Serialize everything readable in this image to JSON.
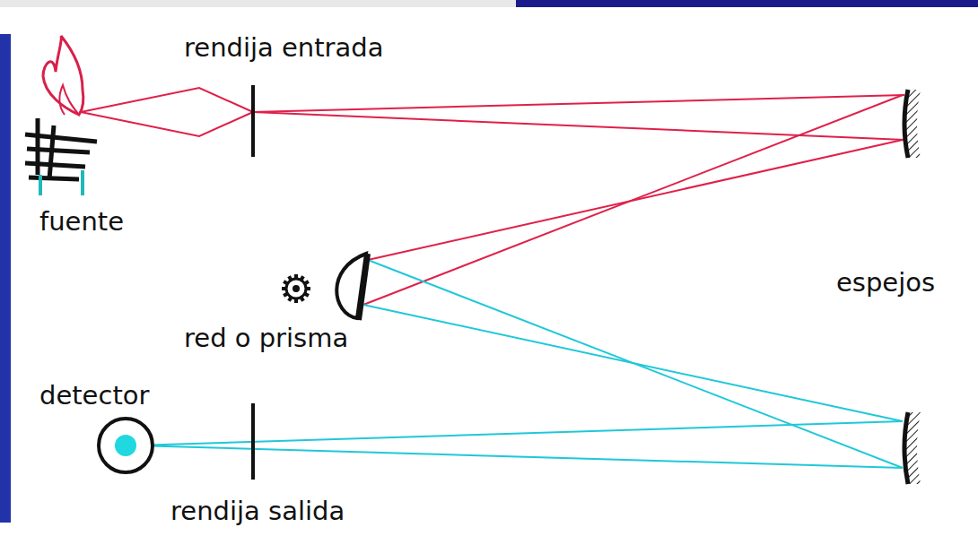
{
  "diagram": {
    "labels": [
      "rendija entrada",
      "fuente",
      "red o prisma",
      "espejos",
      "detector",
      "rendija salida"
    ]
  }
}
